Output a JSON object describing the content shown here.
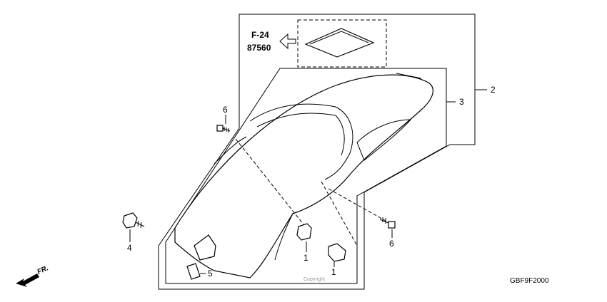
{
  "reference": {
    "page": "F-24",
    "part_no": "87560"
  },
  "callouts": {
    "c1a": "1",
    "c1b": "1",
    "c2": "2",
    "c3": "3",
    "c4": "4",
    "c5": "5",
    "c6a": "6",
    "c6b": "6"
  },
  "direction_label": "FR.",
  "diagram_code": "GBF9F2000",
  "watermark": "Copyright"
}
